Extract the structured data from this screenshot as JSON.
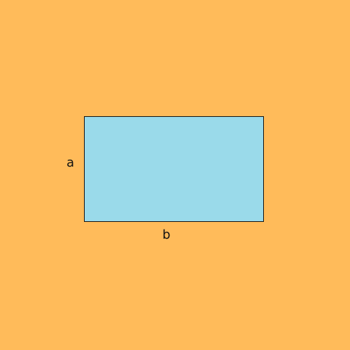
{
  "diagram": {
    "background_color": "#FFBB5A",
    "shape": {
      "type": "rectangle",
      "fill_color": "#9ADAEA",
      "stroke_color": "#111111"
    },
    "labels": {
      "height_label": "a",
      "width_label": "b"
    }
  }
}
